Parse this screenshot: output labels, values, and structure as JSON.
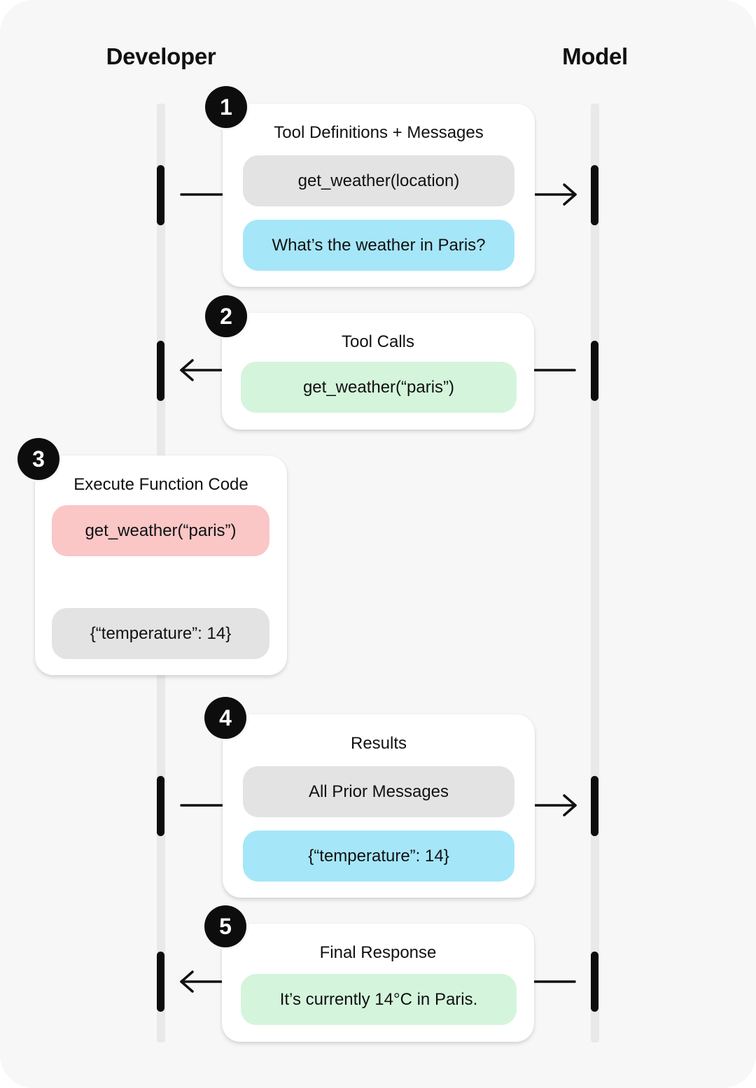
{
  "actors": {
    "left": "Developer",
    "right": "Model"
  },
  "colors": {
    "gray_pill": "#e3e3e3",
    "blue_pill": "#a6e6f9",
    "green_pill": "#d4f5dc",
    "red_pill": "#fac6c6",
    "badge": "#0d0d0d",
    "lifeline": "#e9e9e9"
  },
  "steps": [
    {
      "number": "1",
      "title": "Tool Definitions + Messages",
      "direction": "developer-to-model",
      "items": [
        {
          "text": "get_weather(location)",
          "color": "gray"
        },
        {
          "text": "What’s the weather in Paris?",
          "color": "blue"
        }
      ]
    },
    {
      "number": "2",
      "title": "Tool Calls",
      "direction": "model-to-developer",
      "items": [
        {
          "text": "get_weather(“paris”)",
          "color": "green"
        }
      ]
    },
    {
      "number": "3",
      "title": "Execute Function Code",
      "direction": "local",
      "items": [
        {
          "text": "get_weather(“paris”)",
          "color": "red"
        },
        {
          "text": "{“temperature”: 14}",
          "color": "gray"
        }
      ]
    },
    {
      "number": "4",
      "title": "Results",
      "direction": "developer-to-model",
      "items": [
        {
          "text": "All Prior Messages",
          "color": "gray"
        },
        {
          "text": "{“temperature”: 14}",
          "color": "blue"
        }
      ]
    },
    {
      "number": "5",
      "title": "Final Response",
      "direction": "model-to-developer",
      "items": [
        {
          "text": "It’s currently 14°C in Paris.",
          "color": "green"
        }
      ]
    }
  ]
}
